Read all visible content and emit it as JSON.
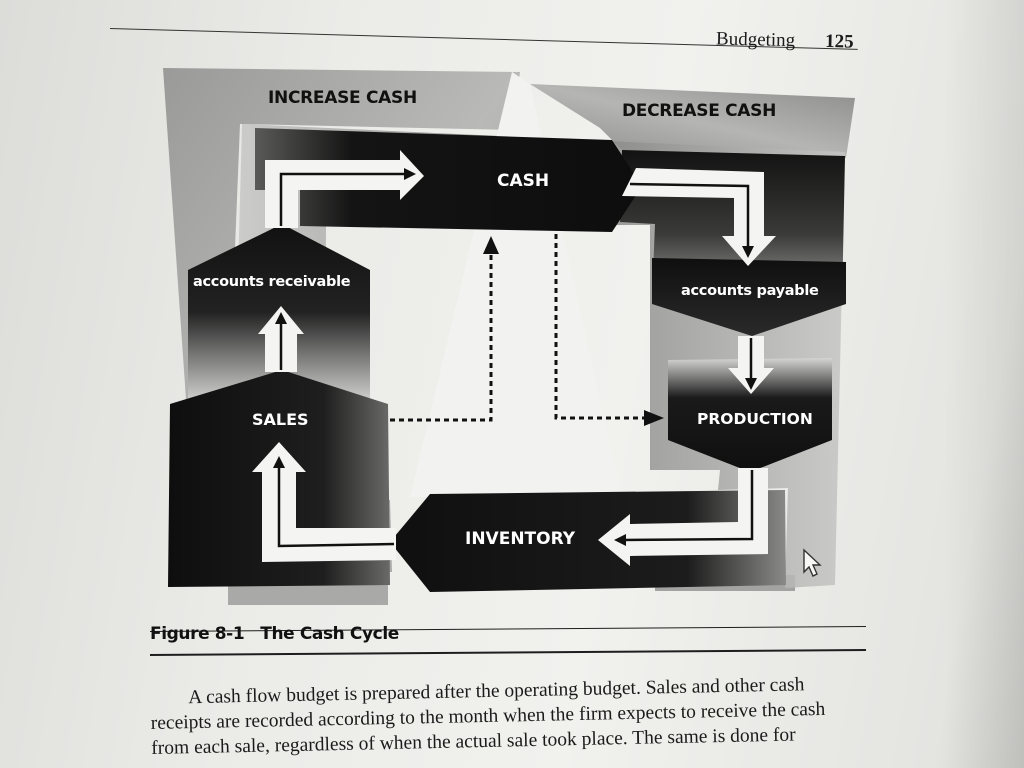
{
  "header": {
    "section": "Budgeting",
    "page_number": "125"
  },
  "diagram": {
    "increase_label": "INCREASE CASH",
    "decrease_label": "DECREASE CASH",
    "nodes": {
      "cash": "CASH",
      "accounts_receivable": "accounts receivable",
      "accounts_payable": "accounts payable",
      "sales": "SALES",
      "production": "PRODUCTION",
      "inventory": "INVENTORY"
    }
  },
  "caption": {
    "figure_number": "Figure 8-1",
    "figure_title": "The Cash Cycle"
  },
  "body": {
    "lines": [
      "A cash flow budget is prepared after the operating budget. Sales and other cash",
      "receipts are recorded according to the month when the firm expects to receive the cash",
      "from each sale, regardless of when the actual sale took place. The same is done for"
    ]
  },
  "colors": {
    "ink": "#111111",
    "shape_dark": "#111111",
    "paper": "#efefec"
  }
}
